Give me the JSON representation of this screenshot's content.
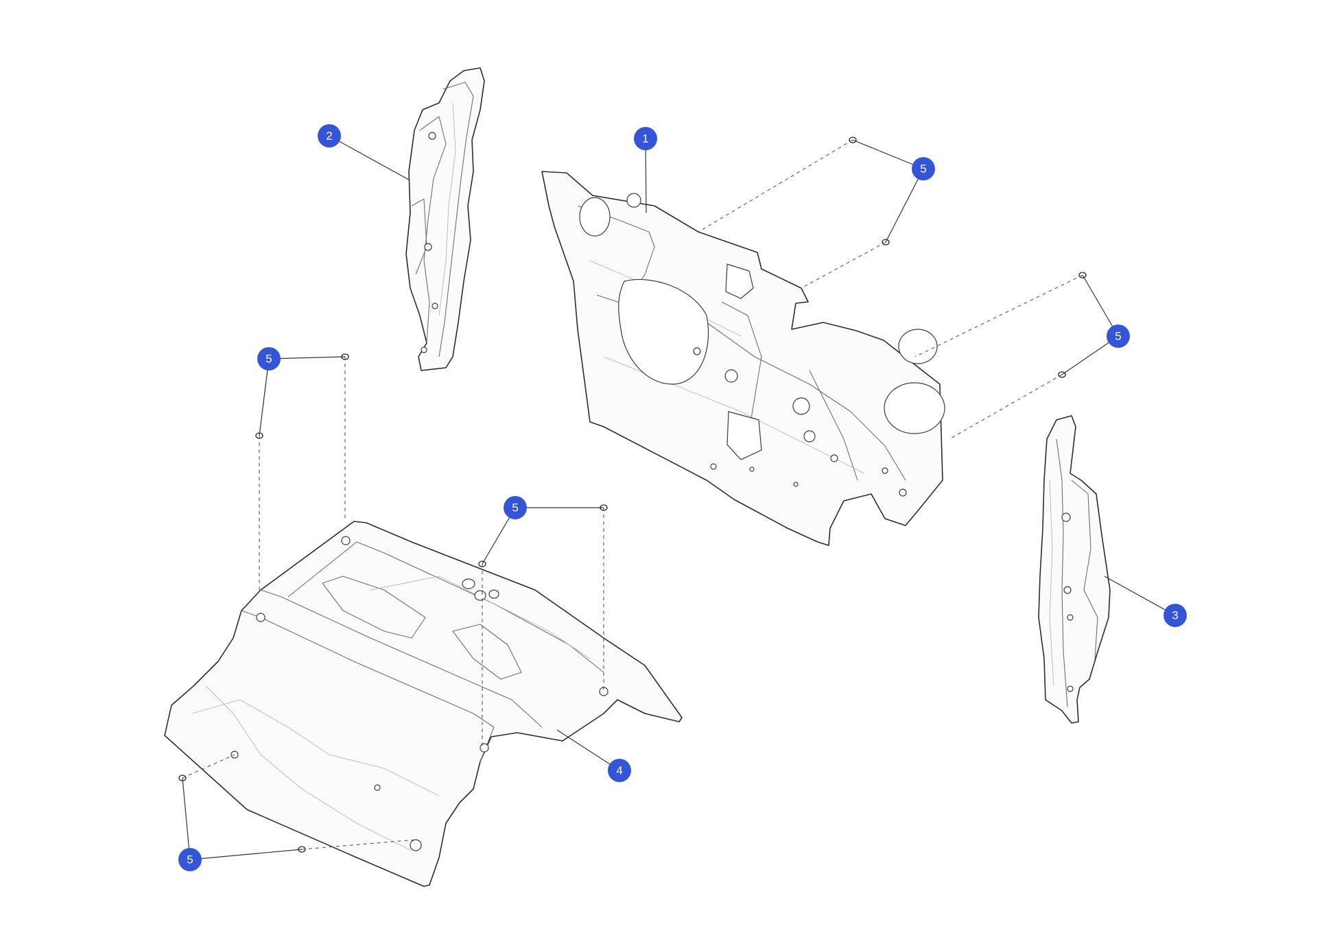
{
  "callouts": {
    "c1": "1",
    "c2": "2",
    "c3": "3",
    "c4": "4",
    "c5a": "5",
    "c5b": "5",
    "c5c": "5",
    "c5d": "5",
    "c5e": "5"
  },
  "colors": {
    "callout_fill": "#3355d6",
    "callout_text": "#ffffff",
    "line_art": "#2b2b2b",
    "background": "#ffffff"
  }
}
